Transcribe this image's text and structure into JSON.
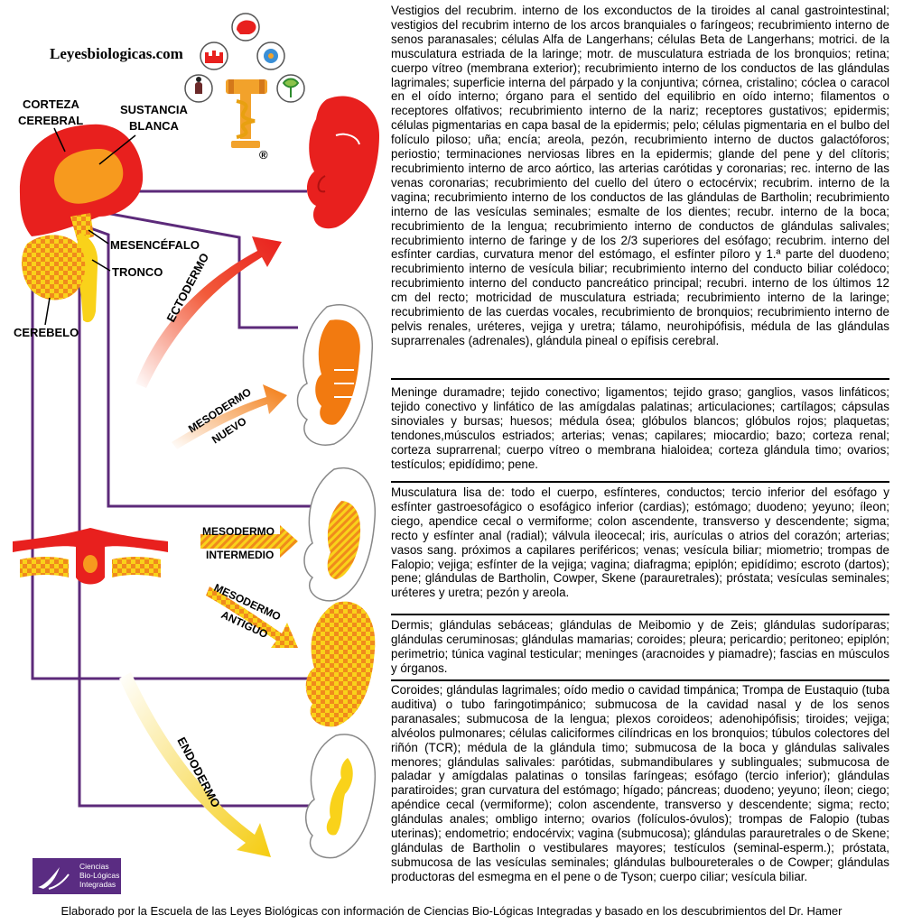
{
  "site_name": "Leyesbiologicas.com",
  "labels": {
    "corteza": [
      "CORTEZA",
      "CEREBRAL"
    ],
    "sustancia": [
      "SUSTANCIA",
      "BLANCA"
    ],
    "mesencefalo": "MESENCÉFALO",
    "tronco": "TRONCO",
    "cerebelo": "CEREBELO",
    "registered": "®"
  },
  "arrows": {
    "ectodermo": "ECTODERMO",
    "mesodermo_nuevo": [
      "MESODERMO",
      "NUEVO"
    ],
    "mesodermo_intermedio": [
      "MESODERMO",
      "INTERMEDIO"
    ],
    "mesodermo_antiguo": [
      "MESODERMO",
      "ANTIGUO"
    ],
    "endodermo": "ENDODERMO"
  },
  "colors": {
    "cortex_red": "#e8201e",
    "white_matter_orange": "#f79a1e",
    "midbrain_checker": "#f2a22b",
    "brainstem_yellow": "#f9d21a",
    "line_purple": "#5c2a7a",
    "logo_purple": "#5a2c82"
  },
  "sections": [
    "Vestigios del recubrim. interno de los exconductos de la tiroides al canal gastrointestinal; vestigios del recubrim interno de los arcos branquiales o faríngeos; recubrimiento interno de senos paranasales; células Alfa de Langerhans; células Beta de Langerhans; motrici. de la musculatura estriada de la laringe; motr. de musculatura estriada de los bronquios; retina; cuerpo vítreo (membrana exterior); recubrimiento interno de los conductos de las glándulas lagrimales; superficie interna del párpado y la conjuntiva; córnea, cristalino; cóclea o caracol en el oído interno; órgano para el sentido del equilibrio en oído interno; filamentos o receptores olfativos; recubrimiento interno de la nariz; receptores gustativos; epidermis; células pigmentarias en capa basal de la epidermis; pelo; células pigmentaria en el bulbo del folículo piloso; uña; encía; areola, pezón, recubrimiento interno de ductos galactóforos; periostio; terminaciones nerviosas libres en la epidermis; glande del pene y del clítoris; recubrimiento interno de arco aórtico, las arterias carótidas y coronarias; rec. interno de las venas coronarias; recubrimiento del cuello del útero o ectocérvix; recubrim. interno de la vagina; recubrimiento interno de los conductos de las glándulas de Bartholin; recubrimiento interno de las vesículas seminales; esmalte de los dientes; recubr. interno de la boca; recubrimiento de la lengua; recubrimiento interno de conductos de glándulas salivales; recubrimiento interno de faringe y de los 2/3 superiores del esófago; recubrim. interno del esfínter cardias, curvatura menor del estómago, el esfínter píloro y 1.ª parte del duodeno; recubrimiento interno de vesícula biliar; recubrimiento interno del conducto biliar colédoco; recubrimiento interno del conducto pancreático principal; recubri. interno de los últimos 12 cm del recto; motricidad de musculatura estriada; recubrimiento interno de la laringe; recubrimiento de las cuerdas vocales, recubrimiento de bronquios; recubrimiento interno de pelvis renales, uréteres, vejiga y uretra; tálamo, neurohipófisis, médula de las glándulas suprarrenales (adrenales), glándula pineal o epífisis cerebral.",
    "Meninge duramadre; tejido conectivo; ligamentos; tejido graso; ganglios, vasos linfáticos; tejido conectivo y linfático de las amígdalas palatinas; articulaciones; cartílagos; cápsulas sinoviales y bursas; huesos; médula ósea; glóbulos blancos; glóbulos rojos; plaquetas; tendones,músculos estriados; arterias; venas; capilares; miocardio; bazo; corteza renal; corteza suprarrenal; cuerpo vítreo o membrana hialoidea; corteza glándula timo; ovarios; testículos; epidídimo; pene.",
    "Musculatura lisa de: todo el cuerpo, esfínteres, conductos; tercio inferior del esófago y esfínter gastroesofágico o esofágico inferior (cardias); estómago; duodeno; yeyuno; íleon; ciego, apendice cecal o vermiforme; colon ascendente, transverso y descendente; sigma; recto y esfínter anal (radial); válvula ileocecal; iris, aurículas o atrios del corazón; arterias; vasos sang. próximos a capilares periféricos; venas; vesícula biliar; miometrio; trompas de Falopio; vejiga; esfínter de la vejiga; vagina; diafragma; epiplón; epidídimo; escroto (dartos); pene; glándulas de Bartholin, Cowper, Skene (parauretrales); próstata; vesículas seminales; uréteres y uretra; pezón y areola.",
    "Dermis; glándulas sebáceas; glándulas de Meibomio y de Zeis; glándulas sudoríparas; glándulas ceruminosas; glándulas mamarias; coroides; pleura; pericardio; peritoneo; epiplón; perimetrio; túnica vaginal testicular; meninges (aracnoides y piamadre); fascias en músculos y órganos.",
    "Coroides; glándulas lagrimales; oído medio o cavidad timpánica; Trompa de Eustaquio (tuba auditiva) o tubo faringotimpánico; submucosa de la cavidad nasal y de los senos paranasales; submucosa de la lengua; plexos coroideos; adenohipófisis; tiroides; vejiga; alvéolos pulmonares; células caliciformes cilíndricas en los bronquios; túbulos colectores del riñón (TCR); médula de la glándula timo; submucosa de la boca y glándulas salivales menores; glándulas salivales: parótidas, submandibulares y sublinguales; submucosa de paladar y amígdalas palatinas o tonsilas faríngeas; esófago (tercio inferior); glándulas paratiroides; gran curvatura del estómago; hígado; páncreas; duodeno; yeyuno; íleon; ciego; apéndice cecal (vermiforme); colon ascendente, transverso y descendente; sigma; recto; glándulas anales; ombligo interno; ovarios (folículos-óvulos); trompas de Falopio (tubas uterinas); endometrio; endocérvix; vagina (submucosa); glándulas parauretrales o de Skene; glándulas de Bartholin o vestibulares mayores; testículos (seminal-esperm.); próstata, submucosa de las vesículas seminales; glándulas bulboureterales o de Cowper; glándulas productoras del esmegma en el pene o de Tyson; cuerpo ciliar; vesícula biliar."
  ],
  "logo": [
    "Ciencias",
    "Bio-Lógicas",
    "Integradas"
  ],
  "footer": "Elaborado por la Escuela de las Leyes Biológicas con información de Ciencias Bio-Lógicas Integradas y basado en los descubrimientos del Dr. Hamer"
}
